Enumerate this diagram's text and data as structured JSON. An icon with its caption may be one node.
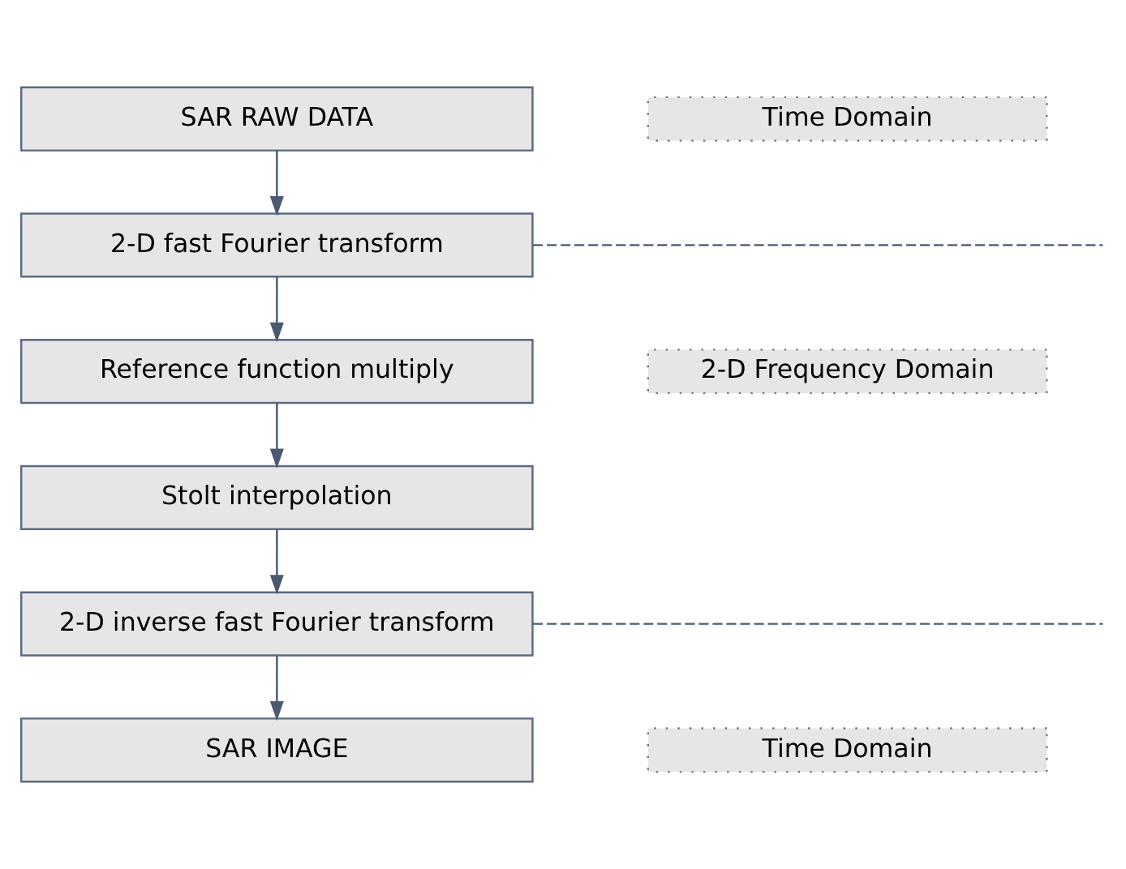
{
  "diagram": {
    "nodes": [
      {
        "text": [
          "SAR RAW DATA"
        ]
      },
      {
        "text": [
          "2-D fast Fourier transform"
        ]
      },
      {
        "text": [
          "Reference function multiply"
        ]
      },
      {
        "text": [
          "Stolt interpolation"
        ]
      },
      {
        "text": [
          "2-D inverse fast Fourier transform"
        ]
      },
      {
        "text": [
          "SAR IMAGE"
        ]
      },
      {
        "text": [
          "Time Domain"
        ]
      },
      {
        "text": [
          "2-D Frequency Domain"
        ]
      },
      {
        "text": [
          "Time Domain"
        ]
      }
    ],
    "edges": [
      {
        "from": 0,
        "to": 1,
        "arrow": "to"
      },
      {
        "from": 1,
        "to": 2,
        "arrow": "to"
      },
      {
        "from": 2,
        "to": 3,
        "arrow": "to"
      },
      {
        "from": 3,
        "to": 4,
        "arrow": "to"
      },
      {
        "from": 4,
        "to": 5,
        "arrow": "to"
      },
      {
        "from": 1,
        "to": null,
        "arrow": "none",
        "style": "dashed"
      },
      {
        "from": 4,
        "to": null,
        "arrow": "none",
        "style": "dashed"
      }
    ]
  }
}
